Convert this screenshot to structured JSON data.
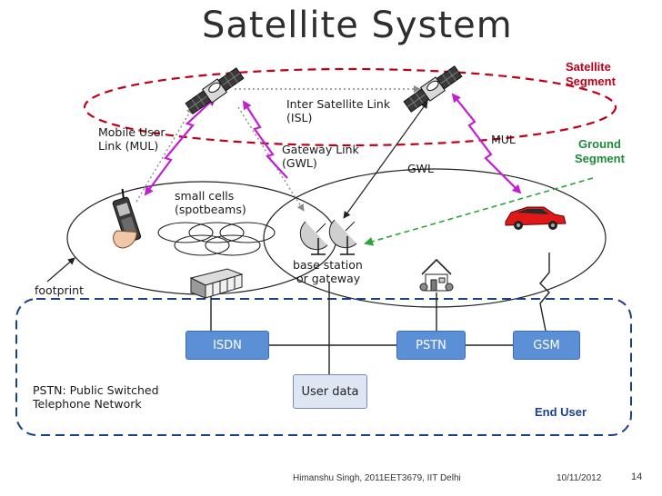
{
  "title": "Satellite System",
  "segments": {
    "satellite": "Satellite\nSegment",
    "ground": "Ground\nSegment",
    "end_user": "End User"
  },
  "labels": {
    "isl": "Inter Satellite Link\n(ISL)",
    "mul_left": "Mobile User\nLink (MUL)",
    "gwl_left": "Gateway Link\n(GWL)",
    "gwl_right": "GWL",
    "mul_right": "MUL",
    "small_cells": "small cells\n(spotbeams)",
    "base_station": "base station\n or gateway",
    "footprint": "footprint",
    "pstn_note": "PSTN: Public Switched\nTelephone Network"
  },
  "boxes": {
    "isdn": "ISDN",
    "pstn": "PSTN",
    "gsm": "GSM",
    "user_data": "User data"
  },
  "footer": {
    "author": "Himanshu Singh, 2011EET3679, IIT Delhi",
    "date": "10/11/2012",
    "page": "14"
  },
  "colors": {
    "satellite_segment": "#c0001a",
    "ground_segment": "#1e8a3a",
    "end_user": "#1a3f8f",
    "link_magenta": "#c21fd1",
    "link_green": "#2aa63a",
    "box_blue": "#5b8fd6"
  }
}
